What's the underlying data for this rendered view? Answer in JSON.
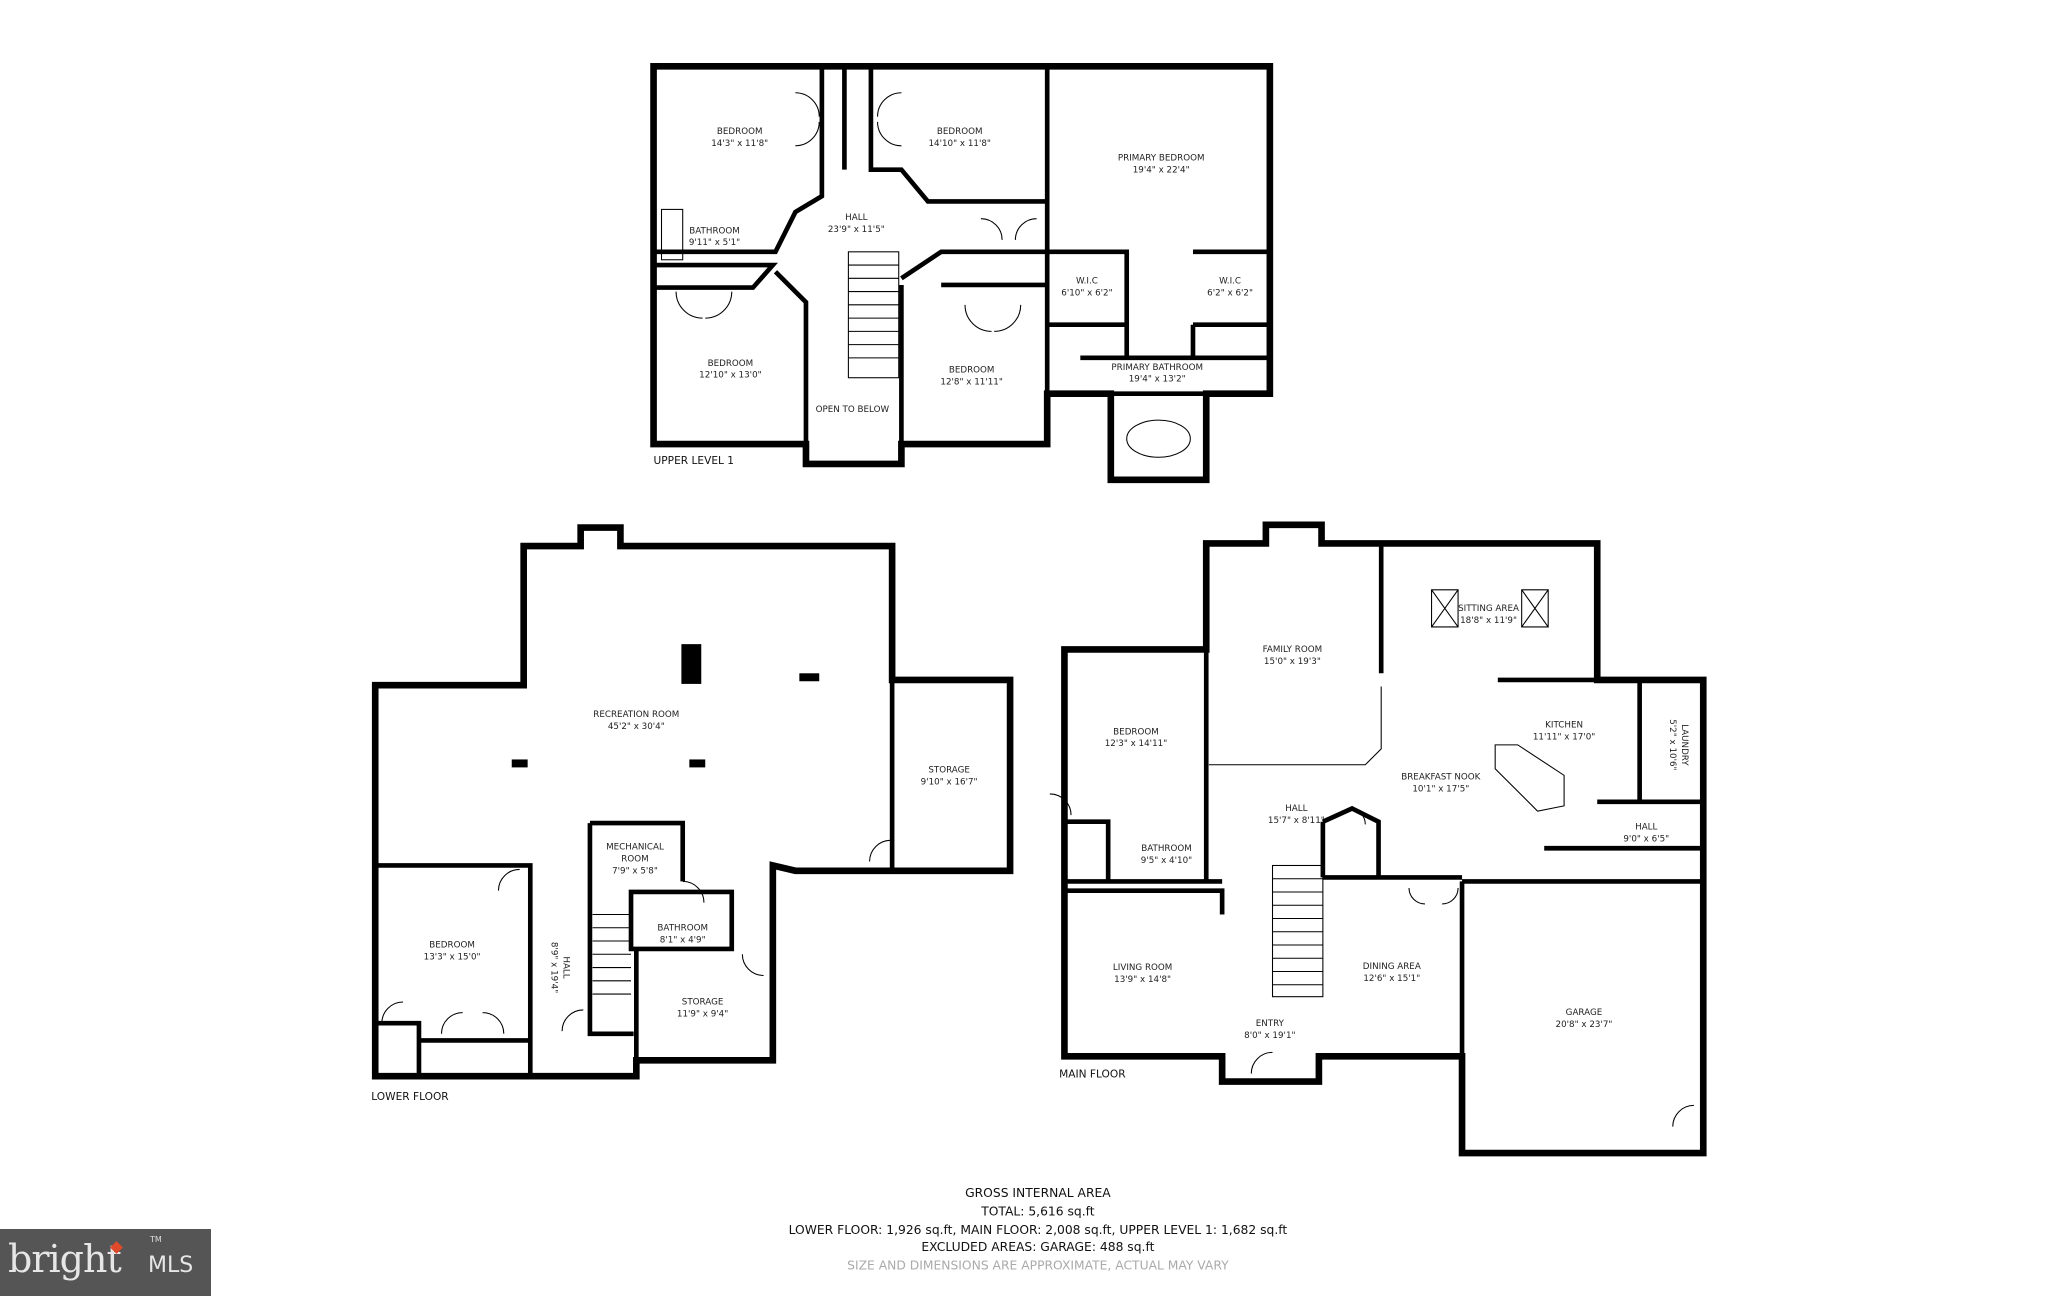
{
  "floors": {
    "upper": {
      "label": "UPPER LEVEL 1",
      "rooms": [
        {
          "name": "BEDROOM",
          "dims": "14'3\" x 11'8\""
        },
        {
          "name": "BEDROOM",
          "dims": "14'10\" x 11'8\""
        },
        {
          "name": "PRIMARY BEDROOM",
          "dims": "19'4\" x 22'4\""
        },
        {
          "name": "BATHROOM",
          "dims": "9'11\" x 5'1\""
        },
        {
          "name": "HALL",
          "dims": "23'9\" x 11'5\""
        },
        {
          "name": "W.I.C",
          "dims": "6'10\" x 6'2\""
        },
        {
          "name": "W.I.C",
          "dims": "6'2\" x 6'2\""
        },
        {
          "name": "BEDROOM",
          "dims": "12'10\" x 13'0\""
        },
        {
          "name": "BEDROOM",
          "dims": "12'8\" x 11'11\""
        },
        {
          "name": "PRIMARY BATHROOM",
          "dims": "19'4\" x 13'2\""
        },
        {
          "name": "OPEN TO BELOW",
          "dims": ""
        }
      ]
    },
    "lower": {
      "label": "LOWER FLOOR",
      "rooms": [
        {
          "name": "RECREATION ROOM",
          "dims": "45'2\" x 30'4\""
        },
        {
          "name": "STORAGE",
          "dims": "9'10\" x 16'7\""
        },
        {
          "name": "MECHANICAL",
          "name2": "ROOM",
          "dims": "7'9\" x 5'8\""
        },
        {
          "name": "BATHROOM",
          "dims": "8'1\" x 4'9\""
        },
        {
          "name": "BEDROOM",
          "dims": "13'3\" x 15'0\""
        },
        {
          "name": "HALL",
          "dims": "8'9\" x 19'4\""
        },
        {
          "name": "STORAGE",
          "dims": "11'9\" x 9'4\""
        }
      ]
    },
    "main": {
      "label": "MAIN FLOOR",
      "rooms": [
        {
          "name": "FAMILY ROOM",
          "dims": "15'0\" x 19'3\""
        },
        {
          "name": "SITTING AREA",
          "dims": "18'8\" x 11'9\""
        },
        {
          "name": "BEDROOM",
          "dims": "12'3\" x 14'11\""
        },
        {
          "name": "KITCHEN",
          "dims": "11'11\" x 17'0\""
        },
        {
          "name": "LAUNDRY",
          "dims": "5'2\" x 10'6\""
        },
        {
          "name": "BREAKFAST NOOK",
          "dims": "10'1\" x 17'5\""
        },
        {
          "name": "HALL",
          "dims": "15'7\" x 8'11\""
        },
        {
          "name": "BATHROOM",
          "dims": "9'5\" x 4'10\""
        },
        {
          "name": "HALL",
          "dims": "9'0\" x 6'5\""
        },
        {
          "name": "LIVING ROOM",
          "dims": "13'9\" x 14'8\""
        },
        {
          "name": "DINING AREA",
          "dims": "12'6\" x 15'1\""
        },
        {
          "name": "ENTRY",
          "dims": "8'0\" x 19'1\""
        },
        {
          "name": "GARAGE",
          "dims": "20'8\" x 23'7\""
        }
      ]
    }
  },
  "summary": {
    "title": "GROSS INTERNAL AREA",
    "total": "TOTAL: 5,616 sq.ft",
    "breakdown": "LOWER FLOOR: 1,926 sq.ft, MAIN FLOOR: 2,008 sq.ft, UPPER LEVEL 1: 1,682 sq.ft",
    "excluded": "EXCLUDED AREAS: GARAGE: 488 sq.ft",
    "disclaimer": "SIZE AND DIMENSIONS ARE APPROXIMATE, ACTUAL MAY VARY"
  },
  "logo": {
    "brand": "bright",
    "suffix": "MLS",
    "tm": "TM",
    "accent": "#e04a2a"
  }
}
